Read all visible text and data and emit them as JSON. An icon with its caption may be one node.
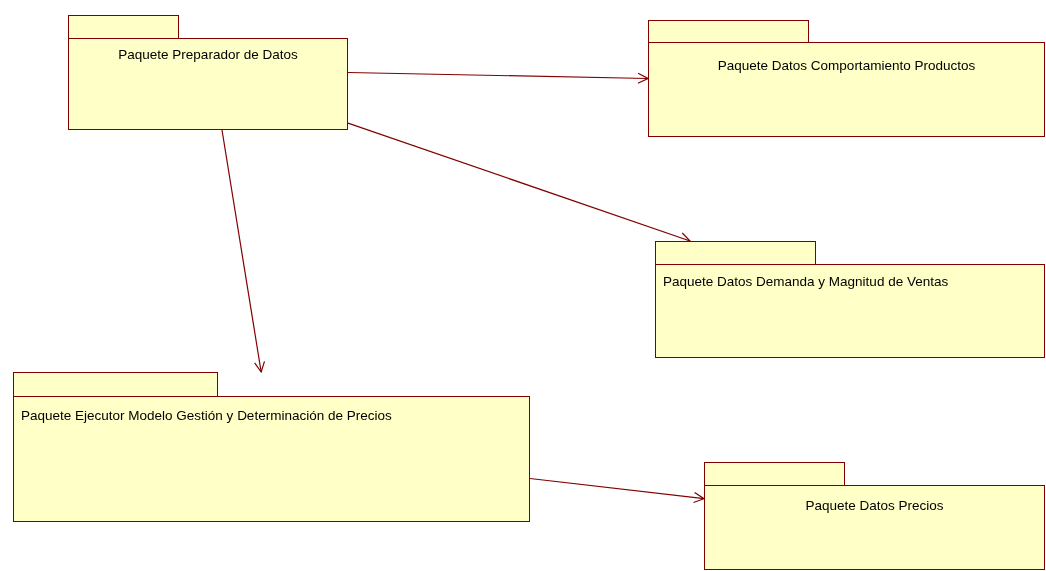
{
  "diagram": {
    "nodes": [
      {
        "text": [
          "Paquete Preparador de Datos"
        ]
      },
      {
        "text": [
          "Paquete Datos Comportamiento Productos"
        ]
      },
      {
        "text": [
          "Paquete Datos Demanda y Magnitud de Ventas"
        ]
      },
      {
        "text": [
          "Paquete Ejecutor Modelo Gestión y Determinación de Precios"
        ]
      },
      {
        "text": [
          "Paquete Datos Precios"
        ]
      }
    ],
    "edges": [
      {
        "from": 0,
        "to": 1,
        "arrow": "to"
      },
      {
        "from": 0,
        "to": 2,
        "arrow": "to"
      },
      {
        "from": 0,
        "to": 3,
        "arrow": "to"
      },
      {
        "from": 3,
        "to": 4,
        "arrow": "to"
      }
    ]
  }
}
